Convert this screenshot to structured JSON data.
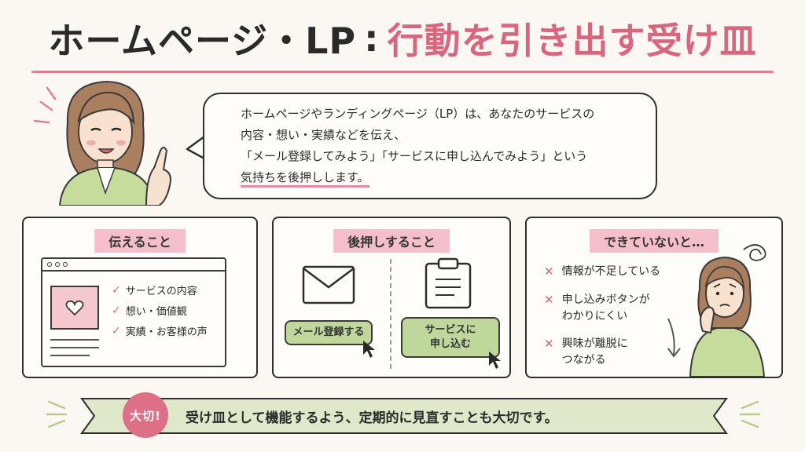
{
  "title": {
    "part1": "ホームページ・LP",
    "separator": ":",
    "part2": "行動を引き出す受け皿"
  },
  "bubble": {
    "line1": "ホームページやランディングページ（LP）は、あなたのサービスの",
    "line2": "内容・想い・実績などを伝え、",
    "line3": "「メール登録してみよう」「サービスに申し込んでみよう」という",
    "line4_highlight": "気持ちを後押しします。"
  },
  "panel1": {
    "label": "伝えること",
    "checks": [
      "サービスの内容",
      "想い・価値観",
      "実績・お客様の声"
    ]
  },
  "panel2": {
    "label": "後押しすること",
    "button_email": "メール登録する",
    "button_apply_line1": "サービスに",
    "button_apply_line2": "申し込む"
  },
  "panel3": {
    "label": "できていないと…",
    "items": [
      {
        "line1": "情報が不足している",
        "line2": ""
      },
      {
        "line1": "申し込みボタンが",
        "line2": "わかりにくい"
      },
      {
        "line1": "興味が離脱に",
        "line2": "つながる"
      }
    ]
  },
  "banner": {
    "badge": "大切!",
    "text": "受け皿として機能するよう、定期的に見直すことも大切です。"
  },
  "icons": [
    "heart-icon",
    "envelope-icon",
    "clipboard-icon",
    "cursor-icon",
    "check-icon",
    "x-icon",
    "scribble-icon",
    "arrow-down-icon"
  ],
  "colors": {
    "accent_pink": "#d9667f",
    "label_pink": "#f4bfcb",
    "button_green": "#bfd79a",
    "banner_green": "#dfe9c9"
  }
}
